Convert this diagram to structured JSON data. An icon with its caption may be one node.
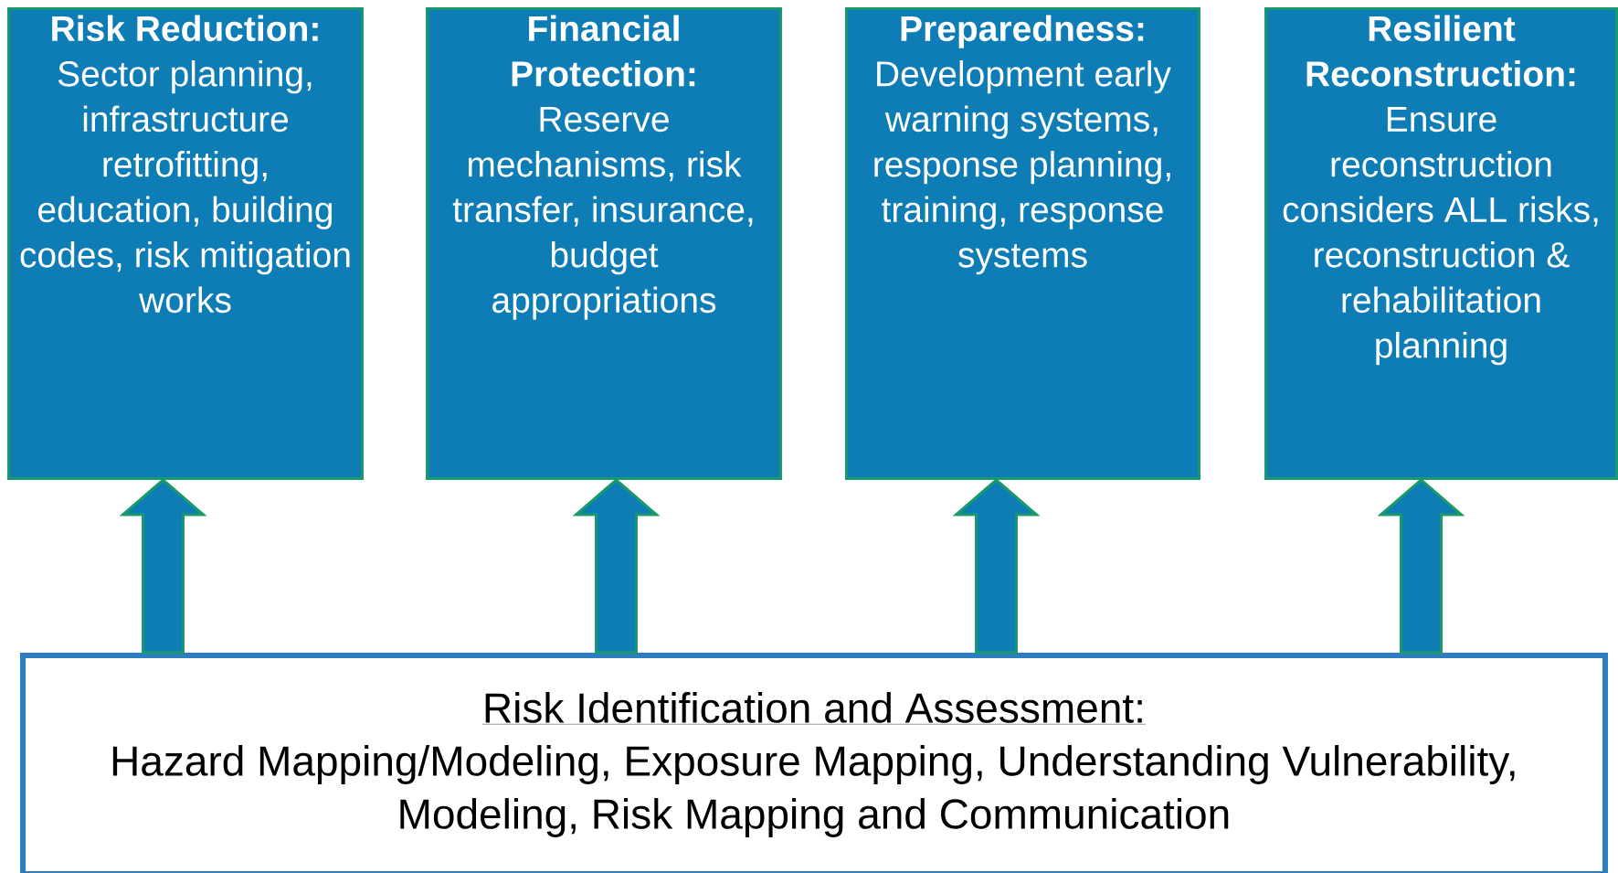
{
  "diagram": {
    "nodes": [
      {
        "text": [
          "Risk Reduction:",
          "Sector planning, infrastructure retrofitting, education, building codes, risk mitigation works"
        ]
      },
      {
        "text": [
          "Financial Protection:",
          "Reserve mechanisms, risk transfer, insurance, budget appropriations"
        ]
      },
      {
        "text": [
          "Preparedness:",
          "Development early warning systems, response planning, training, response systems"
        ]
      },
      {
        "text": [
          "Resilient Reconstruction:",
          "Ensure reconstruction considers ALL risks, reconstruction & rehabilitation planning"
        ]
      },
      {
        "text": [
          "Risk Identification and Assessment:",
          "Hazard Mapping/Modeling, Exposure Mapping, Understanding Vulnerability, Modeling, Risk Mapping and Communication"
        ]
      }
    ],
    "edges": [
      {
        "from": 4,
        "to": 0,
        "arrow": "to",
        "style": "thick"
      },
      {
        "from": 4,
        "to": 1,
        "arrow": "to",
        "style": "thick"
      },
      {
        "from": 4,
        "to": 2,
        "arrow": "to",
        "style": "thick"
      },
      {
        "from": 4,
        "to": 3,
        "arrow": "to",
        "style": "thick"
      }
    ]
  }
}
